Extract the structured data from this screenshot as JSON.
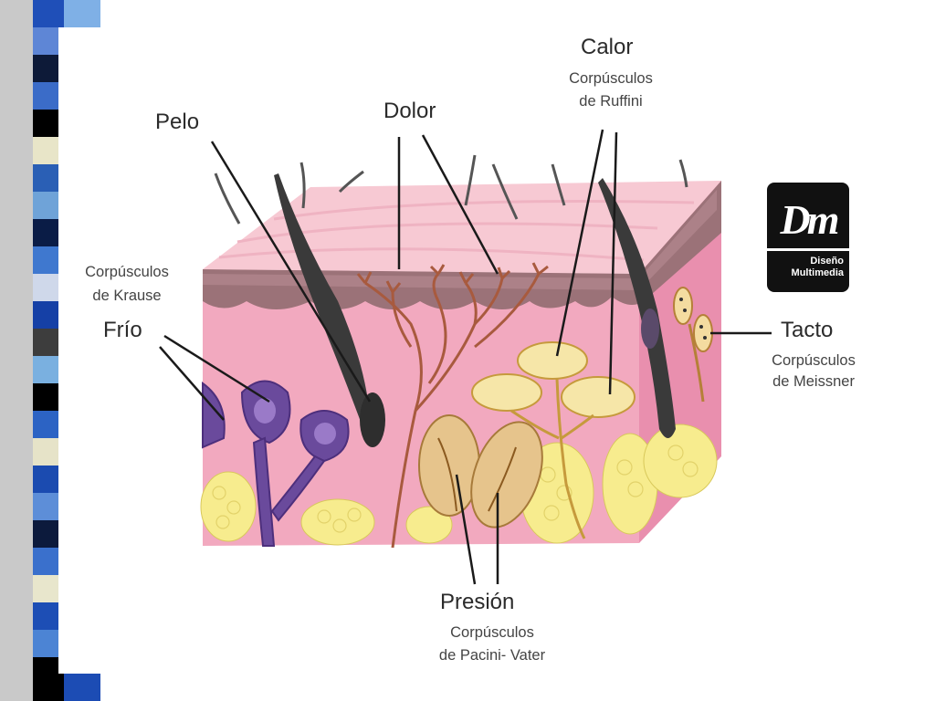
{
  "labels": {
    "pelo": "Pelo",
    "dolor": "Dolor",
    "calor": "Calor",
    "ruffini_1": "Corpúsculos",
    "ruffini_2": "de Ruffini",
    "krause_1": "Corpúsculos",
    "krause_2": "de Krause",
    "frio": "Frío",
    "tacto": "Tacto",
    "meissner_1": "Corpúsculos",
    "meissner_2": "de Meissner",
    "presion": "Presión",
    "pacini_1": "Corpúsculos",
    "pacini_2": "de Pacini- Vater"
  },
  "logo": {
    "mark": "Dm",
    "line1": "Diseño",
    "line2": "Multimedia"
  },
  "colors": {
    "skin": "#f2a9bf",
    "epidermis_top": "#f7c9d3",
    "dermis_band": "#9b7278",
    "fat": "#f7ec8e",
    "krause": "#6a4a9c",
    "nerve": "#a85a3e",
    "hair": "#3a3a3a",
    "label_text": "#2b2b2b"
  }
}
